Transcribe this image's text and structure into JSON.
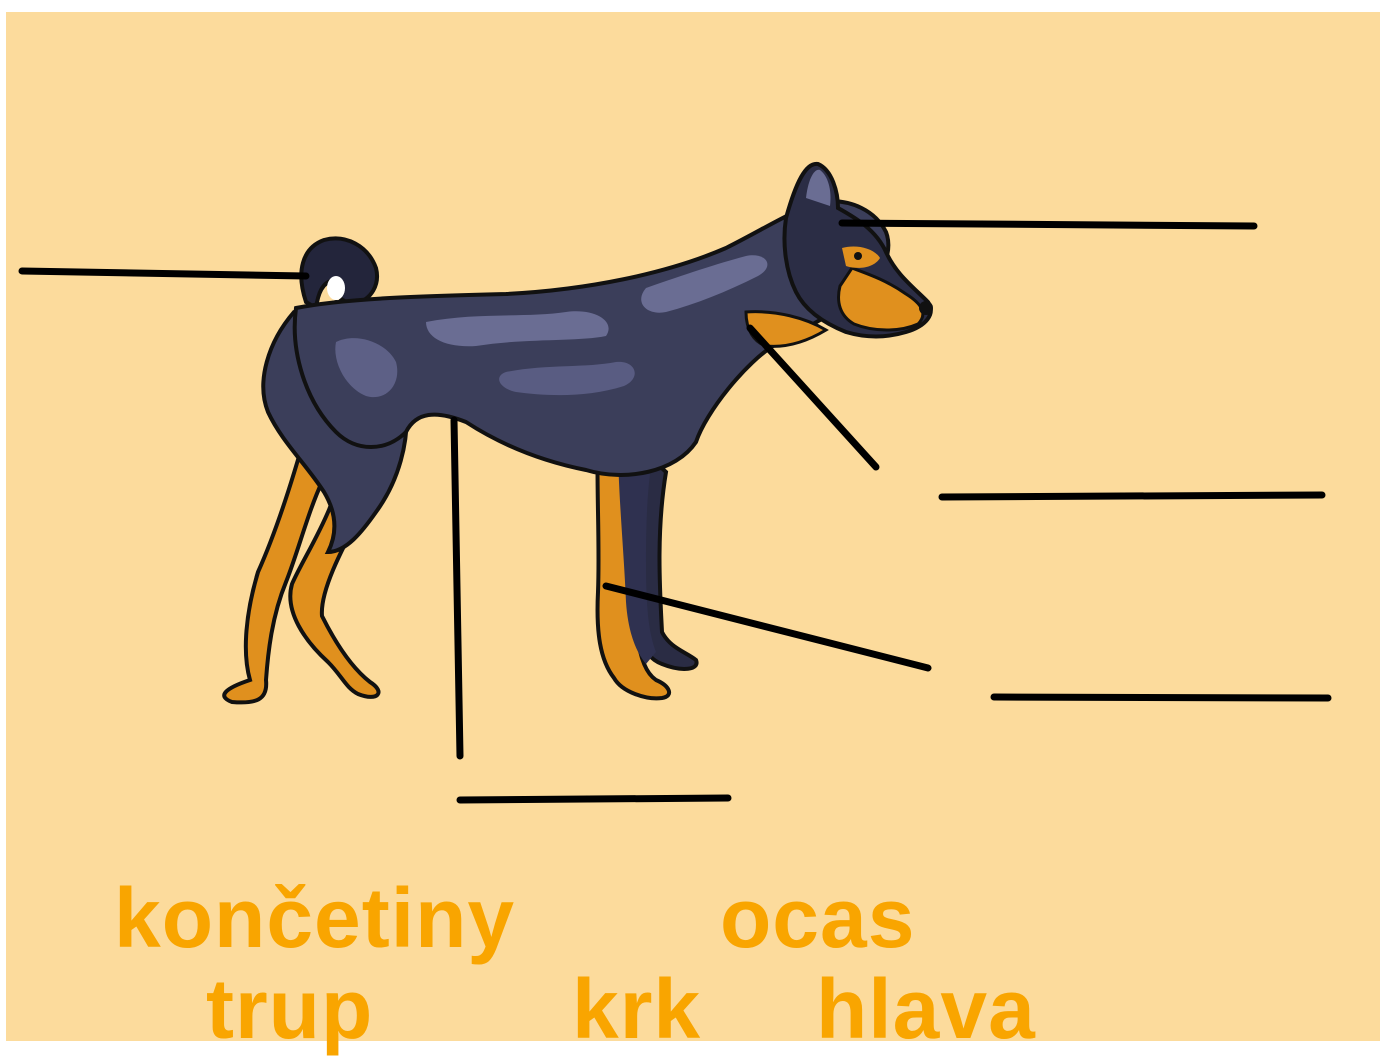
{
  "diagram": {
    "labels": [
      {
        "id": "koncetiny",
        "text": "končetiny"
      },
      {
        "id": "ocas",
        "text": "ocas"
      },
      {
        "id": "trup",
        "text": "trup"
      },
      {
        "id": "krk",
        "text": "krk"
      },
      {
        "id": "hlava",
        "text": "hlava"
      }
    ]
  },
  "colors": {
    "background": "#fcdb9c",
    "label_text": "#f9a500",
    "dog_body": "#3b3e5a",
    "dog_tan": "#e0901e",
    "leader_lines": "#000000"
  }
}
